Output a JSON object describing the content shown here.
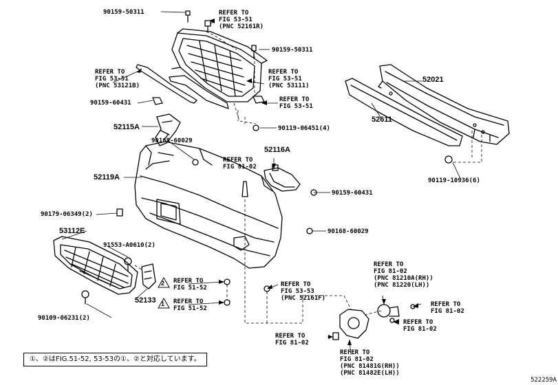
{
  "part_numbers": {
    "p_90159_50311_top": "90159-50311",
    "p_90159_50311_right": "90159-50311",
    "p_90159_60431_left": "90159-60431",
    "p_52115A": "52115A",
    "p_90168_60029_top": "90168-60029",
    "p_52119A": "52119A",
    "p_90179_06349": "90179-06349(2)",
    "p_53112E": "53112E",
    "p_91553_A0610": "91553-A0610(2)",
    "p_52133": "52133",
    "p_90109_06231": "90109-06231(2)",
    "p_52116A": "52116A",
    "p_90159_60431_right": "90159-60431",
    "p_90168_60029_right": "90168-60029",
    "p_90119_06451": "90119-06451(4)",
    "p_52021": "52021",
    "p_52611": "52611",
    "p_90119_10936": "90119-10936(6)"
  },
  "refs": {
    "r_fig53_51_top": [
      "REFER TO",
      "FIG 53-51",
      "(PNC 52161R)"
    ],
    "r_fig53_51_left": [
      "REFER TO",
      "FIG 53-51",
      "(PNC 53121B)"
    ],
    "r_fig53_51_mid": [
      "REFER TO",
      "FIG 53-51",
      "(PNC 53111)"
    ],
    "r_fig53_51_clip": [
      "REFER TO",
      "FIG 53-51"
    ],
    "r_fig81_02_center": [
      "REFER TO",
      "FIG 81-02"
    ],
    "r_fig51_52_a": [
      "REFER TO",
      "FIG 51-52"
    ],
    "r_fig51_52_b": [
      "REFER TO",
      "FIG 51-52"
    ],
    "r_fig53_53": [
      "REFER TO",
      "FIG 53-53",
      "(PNC 52161F)"
    ],
    "r_fig81_02_lamp": [
      "REFER TO",
      "FIG 81-02",
      "(PNC 81210A(RH))",
      "(PNC 81220(LH))"
    ],
    "r_fig81_02_right1": [
      "REFER TO",
      "FIG 81-02"
    ],
    "r_fig81_02_right2": [
      "REFER TO",
      "FIG 81-02"
    ],
    "r_fig81_02_bottom": [
      "REFER TO",
      "FIG 81-02"
    ],
    "r_fig81_02_bracket": [
      "REFER TO",
      "FIG 81-02",
      "(PNC 81481G(RH))",
      "(PNC 81482E(LH))"
    ]
  },
  "markers": {
    "one": "1",
    "two": "2"
  },
  "footnote": "①、②はFIG.51-52, 53-53の①、②と対応しています。",
  "diagram_code": "522259A"
}
